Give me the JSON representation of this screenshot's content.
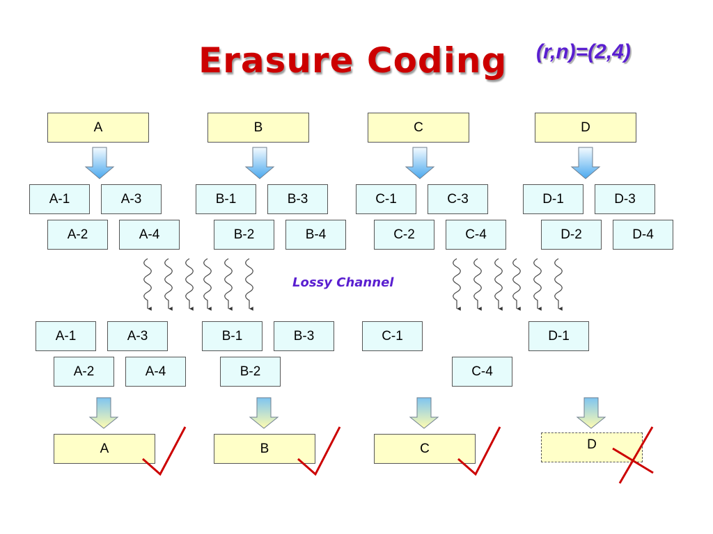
{
  "title": "Erasure Coding",
  "params": "(r,n)=(2,4)",
  "channel_label": "Lossy Channel",
  "sources": [
    "A",
    "B",
    "C",
    "D"
  ],
  "encoded_fragments": {
    "A": [
      "A-1",
      "A-2",
      "A-3",
      "A-4"
    ],
    "B": [
      "B-1",
      "B-2",
      "B-3",
      "B-4"
    ],
    "C": [
      "C-1",
      "C-2",
      "C-3",
      "C-4"
    ],
    "D": [
      "D-1",
      "D-2",
      "D-3",
      "D-4"
    ]
  },
  "received_fragments": {
    "A": [
      "A-1",
      "A-2",
      "A-3",
      "A-4"
    ],
    "B": [
      "B-1",
      "B-2",
      "B-3"
    ],
    "C": [
      "C-1",
      "C-4"
    ],
    "D": [
      "D-1"
    ]
  },
  "decoded": [
    {
      "label": "A",
      "status": "success"
    },
    {
      "label": "B",
      "status": "success"
    },
    {
      "label": "C",
      "status": "success"
    },
    {
      "label": "D",
      "status": "failure"
    }
  ],
  "colors": {
    "title": "#cc0000",
    "accent": "#5a1fd0",
    "data_box": "#ffffc8",
    "fragment_box": "#e6fcfc",
    "check": "#cc0000",
    "cross": "#cc0000"
  }
}
